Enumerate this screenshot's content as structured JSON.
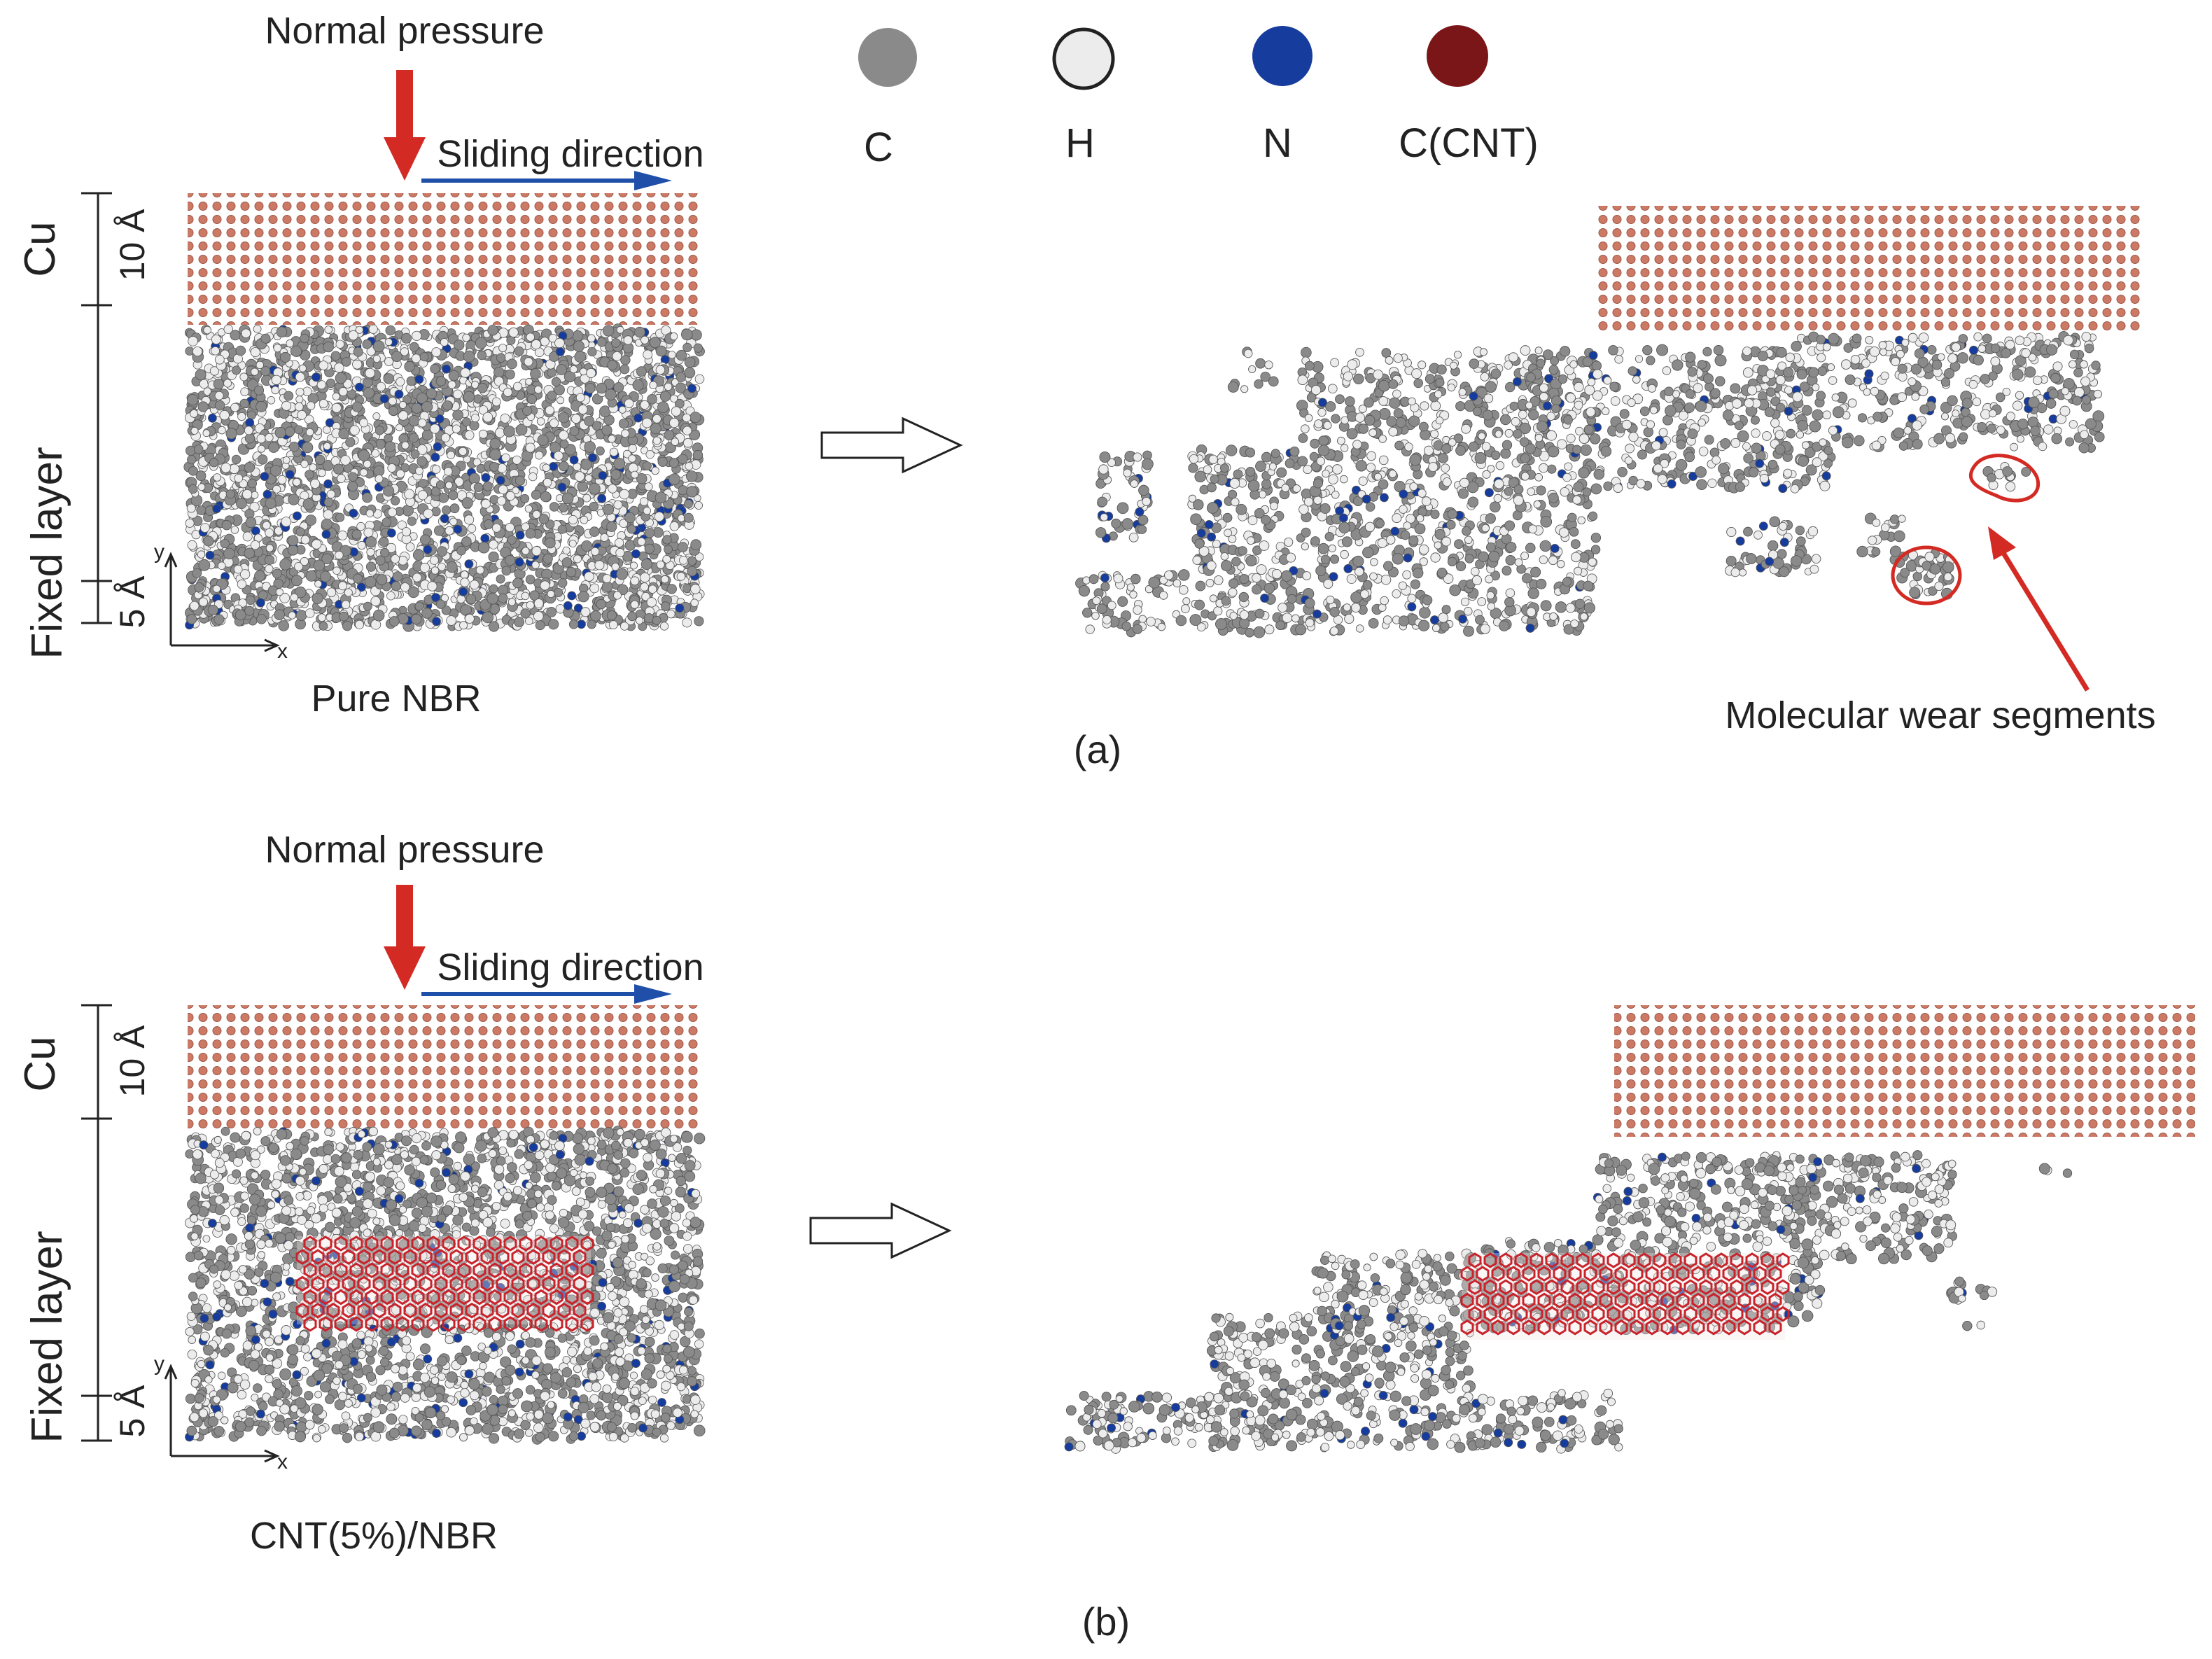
{
  "legend": {
    "items": [
      {
        "label": "C",
        "color": "#8a8a8a",
        "icon": "carbon-atom-icon"
      },
      {
        "label": "H",
        "color": "#ececec",
        "icon": "hydrogen-atom-icon"
      },
      {
        "label": "N",
        "color": "#163c9e",
        "icon": "nitrogen-atom-icon"
      },
      {
        "label": "C(CNT)",
        "color": "#7a1518",
        "icon": "cnt-carbon-atom-icon"
      }
    ]
  },
  "colors": {
    "cu": "#cc7a66",
    "pressure_arrow": "#d42a24",
    "sliding_arrow": "#1f4fa8",
    "cnt": "#c8232b",
    "highlight": "#d42a24"
  },
  "panel_a": {
    "pressure_label": "Normal pressure",
    "sliding_label": "Sliding direction",
    "cu_label": "Cu",
    "cu_thickness": "10 Å",
    "fixed_label": "Fixed layer",
    "fixed_thickness": "5 Å",
    "axis_y": "y",
    "axis_x": "x",
    "sample_label": "Pure NBR",
    "annotation": "Molecular wear segments",
    "caption": "(a)"
  },
  "panel_b": {
    "pressure_label": "Normal pressure",
    "sliding_label": "Sliding direction",
    "cu_label": "Cu",
    "cu_thickness": "10 Å",
    "fixed_label": "Fixed layer",
    "fixed_thickness": "5 Å",
    "axis_y": "y",
    "axis_x": "x",
    "sample_label": "CNT(5%)/NBR",
    "caption": "(b)"
  }
}
